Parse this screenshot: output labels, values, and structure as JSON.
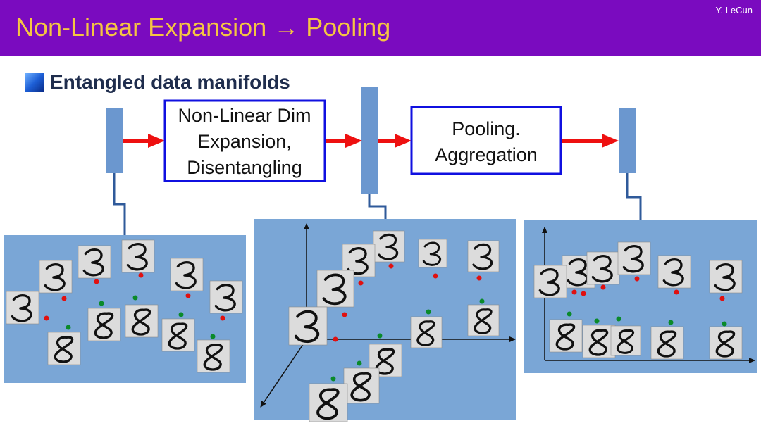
{
  "slide": {
    "title": "Non-Linear Expansion → Pooling",
    "author": "Y. LeCun",
    "bullet": "Entangled data manifolds"
  },
  "diagram": {
    "box1_lines": [
      "Non-Linear Dim",
      "Expansion,",
      "Disentangling"
    ],
    "box2_lines": [
      "Pooling.",
      "Aggregation"
    ]
  },
  "colors": {
    "header": "#7a0bbf",
    "title": "#f5c542",
    "panel": "#7aa6d6",
    "vector": "#6b97cf",
    "connector": "#2f5a9a",
    "arrow": "#ee1010",
    "box_border": "#1010e0",
    "dot_red": "#e01010",
    "dot_green": "#0a8a2a",
    "card": "#dcdcdc"
  },
  "icons": [
    "square-bullet-icon",
    "arrow-right-icon",
    "axis-arrow-icon",
    "digit-3-glyph",
    "digit-8-glyph"
  ]
}
